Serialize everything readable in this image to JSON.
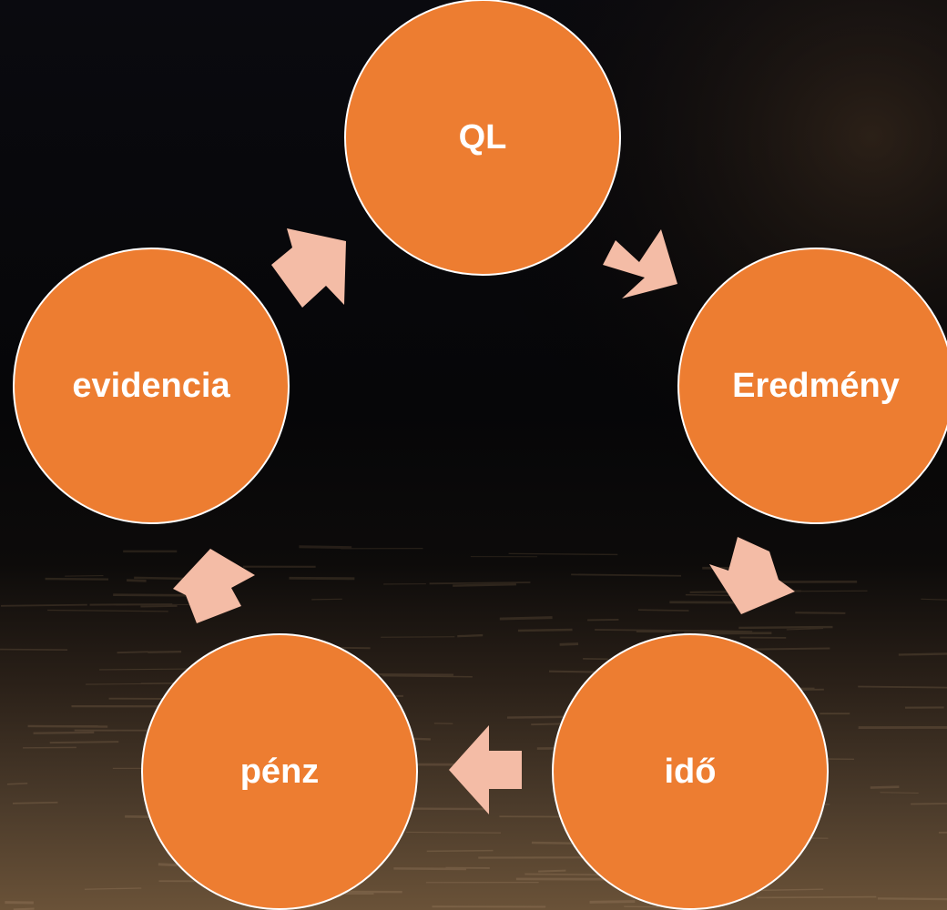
{
  "diagram": {
    "type": "cycle",
    "nodes": [
      {
        "id": "ql",
        "label": "QL"
      },
      {
        "id": "eredmeny",
        "label": "Eredmény"
      },
      {
        "id": "ido",
        "label": "idő"
      },
      {
        "id": "penz",
        "label": "pénz"
      },
      {
        "id": "evidencia",
        "label": "evidencia"
      }
    ],
    "edges": [
      {
        "from": "ql",
        "to": "eredmeny"
      },
      {
        "from": "eredmeny",
        "to": "ido"
      },
      {
        "from": "ido",
        "to": "penz"
      },
      {
        "from": "penz",
        "to": "evidencia"
      },
      {
        "from": "evidencia",
        "to": "ql"
      }
    ]
  },
  "colors": {
    "node_fill": "#ED7D31",
    "node_stroke": "#FFFFFF",
    "arrow_fill": "#F4BCA6",
    "label_color": "#FFFFFF",
    "background_dark": "#07070A",
    "background_water": "#5A4632"
  }
}
